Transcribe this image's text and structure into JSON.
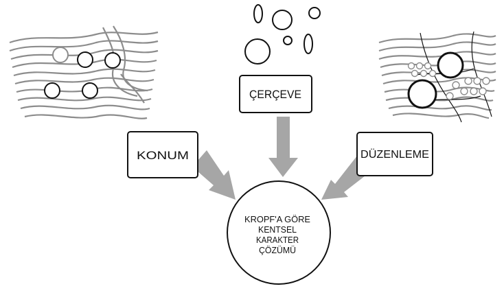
{
  "diagram": {
    "boxes": {
      "konum": "KONUM",
      "cerceve": "ÇERÇEVE",
      "duzenleme": "DÜZENLEME"
    },
    "center_lines": [
      "KROPF'A GÖRE",
      "KENTSEL",
      "KARAKTER",
      "ÇÖZÜMÜ"
    ],
    "colors": {
      "stroke": "#111111",
      "arrow": "#a6a6a6",
      "texture": "#8c8c8c",
      "background": "#ffffff"
    }
  }
}
